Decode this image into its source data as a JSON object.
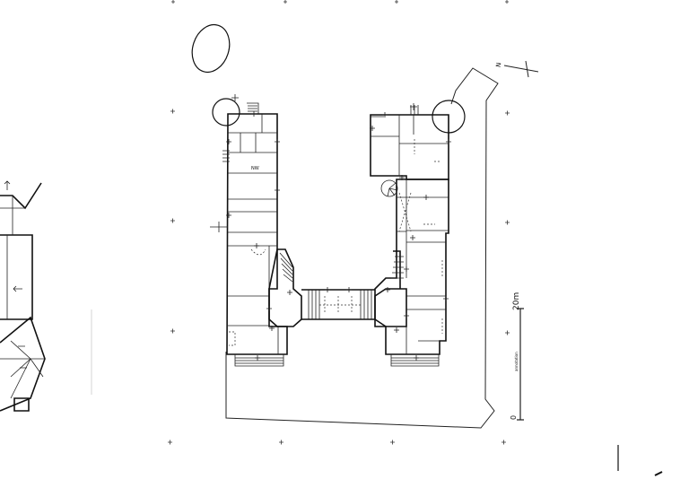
{
  "plan": {
    "scale_bar": {
      "label_start": "0",
      "label_end": "20m",
      "caption": "annotation"
    },
    "north_arrow": {
      "label": "N"
    },
    "room_marker": "NW"
  }
}
